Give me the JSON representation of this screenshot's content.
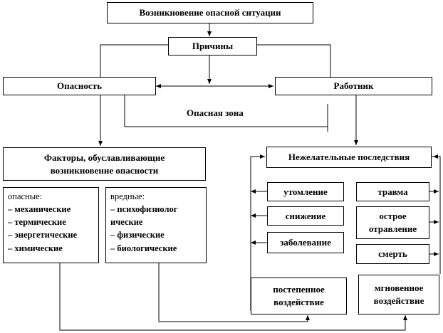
{
  "title": "Возникновение опасной ситуации",
  "causes": "Причины",
  "danger": "Опасность",
  "worker": "Работник",
  "danger_zone": "Опасная зона",
  "factors": [
    "Факторы, обуславливающие",
    "возникновение опасности"
  ],
  "consequences": "Нежелательные последствия",
  "hazardous": {
    "title": "опасные:",
    "items": [
      "– механические",
      "– термические",
      "– энергетические",
      "– химические"
    ]
  },
  "harmful": {
    "title": "вредные:",
    "items": [
      "– психофизиолог",
      "ические",
      "– физические",
      "– биологические"
    ]
  },
  "gradual_effects": [
    "утомление",
    "снижение",
    "заболевание"
  ],
  "instant_effects": [
    "травма",
    "острое отравление",
    "смерть"
  ],
  "gradual": "постепенное воздействие",
  "instant": "мгновенное воздействие"
}
